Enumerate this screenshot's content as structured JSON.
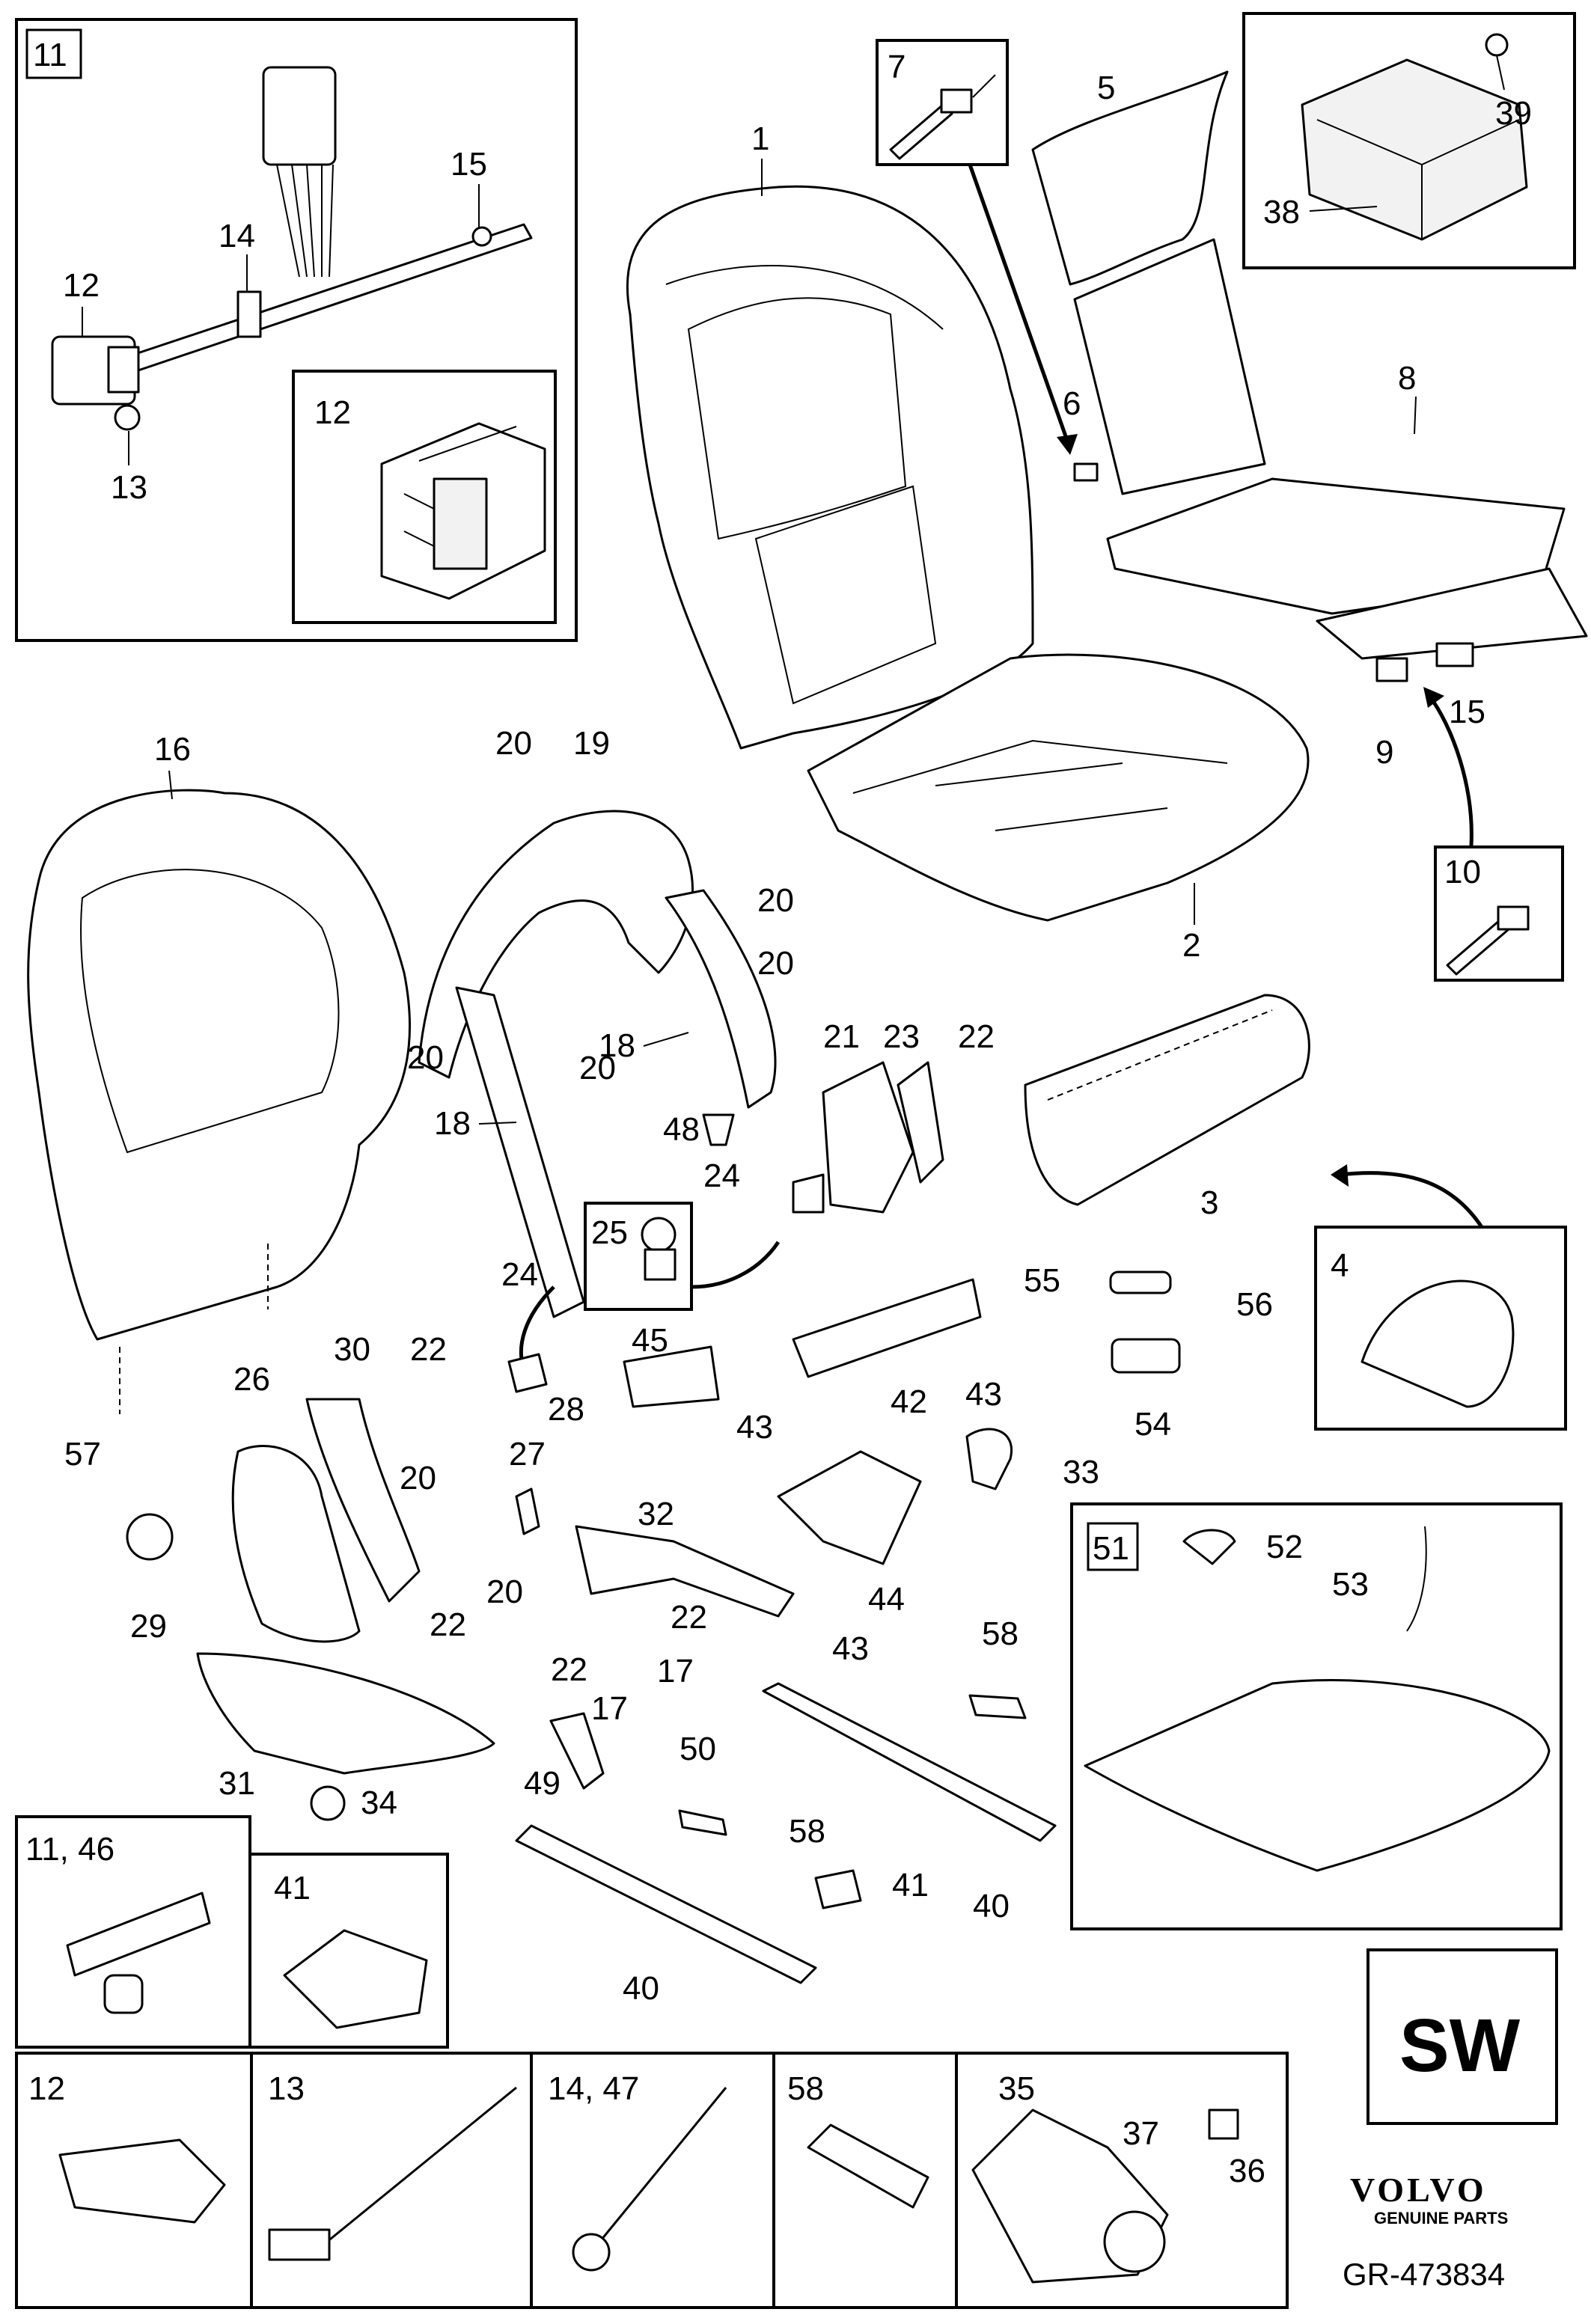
{
  "callouts": {
    "c1": "1",
    "c2": "2",
    "c3": "3",
    "c4": "4",
    "c5": "5",
    "c6": "6",
    "c7": "7",
    "c8": "8",
    "c9": "9",
    "c10": "10",
    "c11": "11",
    "c12": "12",
    "c12b": "12",
    "c13": "13",
    "c14": "14",
    "c15": "15",
    "c15b": "15",
    "c16": "16",
    "c17a": "17",
    "c17b": "17",
    "c18a": "18",
    "c18b": "18",
    "c19": "19",
    "c20a": "20",
    "c20b": "20",
    "c20c": "20",
    "c20d": "20",
    "c20e": "20",
    "c20f": "20",
    "c20g": "20",
    "c21": "21",
    "c22a": "22",
    "c22b": "22",
    "c22c": "22",
    "c22d": "22",
    "c22e": "22",
    "c23": "23",
    "c24a": "24",
    "c24b": "24",
    "c25": "25",
    "c26": "26",
    "c27": "27",
    "c28": "28",
    "c29": "29",
    "c30": "30",
    "c31": "31",
    "c32": "32",
    "c33": "33",
    "c34": "34",
    "c38": "38",
    "c39": "39",
    "c40a": "40",
    "c40b": "40",
    "c41": "41",
    "c42": "42",
    "c43a": "43",
    "c43b": "43",
    "c43c": "43",
    "c44": "44",
    "c45": "45",
    "c48": "48",
    "c49": "49",
    "c50": "50",
    "c51": "51",
    "c52": "52",
    "c53": "53",
    "c54": "54",
    "c55": "55",
    "c56": "56",
    "c57": "57",
    "c58a": "58",
    "c58b": "58"
  },
  "bottom_panels": {
    "p1": "11, 46",
    "p2": "41",
    "p3": "12",
    "p4": "13",
    "p5": "14, 47",
    "p6": "58",
    "p7_a": "35",
    "p7_b": "37",
    "p7_c": "36"
  },
  "variant_badge": "SW",
  "brand": {
    "name": "VOLVO",
    "tagline": "GENUINE PARTS",
    "reference": "GR-473834"
  }
}
